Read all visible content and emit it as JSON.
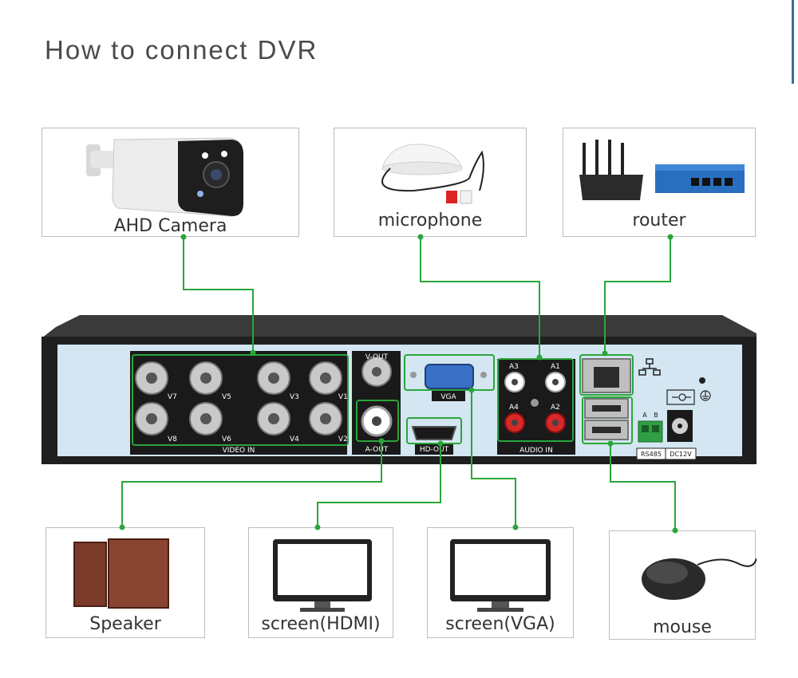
{
  "title": "How to connect DVR",
  "devices": {
    "camera": "AHD Camera",
    "microphone": "microphone",
    "router": "router",
    "speaker": "Speaker",
    "screen_hdmi": "screen(HDMI)",
    "screen_vga": "screen(VGA)",
    "mouse": "mouse"
  },
  "dvr_ports": {
    "video_in": "VIDEO IN",
    "v_out": "V-OUT",
    "a_out": "A-OUT",
    "vga": "VGA",
    "hd_out": "HD-OUT",
    "audio_in": "AUDIO IN",
    "rs485": "RS485",
    "dc12v": "DC12V",
    "rs485_a": "A",
    "rs485_b": "B",
    "video_channels": [
      "V7",
      "V5",
      "V3",
      "V1",
      "V8",
      "V6",
      "V4",
      "V2"
    ],
    "audio_channels": [
      "A3",
      "A1",
      "A4",
      "A2"
    ]
  },
  "colors": {
    "connector": "#2aa63a",
    "panel": "#d3e6f1"
  }
}
